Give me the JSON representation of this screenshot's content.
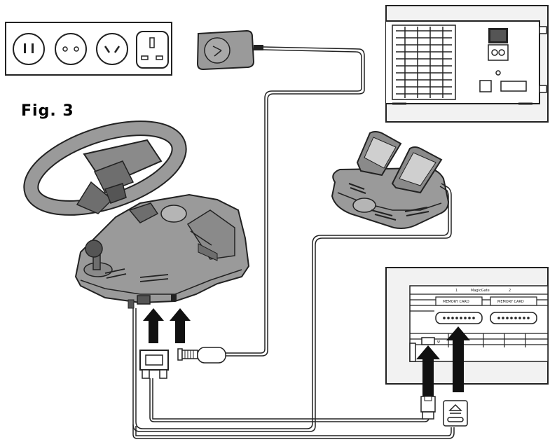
{
  "figure": {
    "label": "Fig. 3"
  },
  "console_labels": {
    "slot1": "1",
    "brand": "MagicGate",
    "slot2": "2",
    "memory_card_1": "MEMORY CARD",
    "memory_card_2": "MEMORY CARD",
    "usb_mark": "Ψ"
  },
  "colors": {
    "line": "#222222",
    "panel_fill": "#f2f2f2",
    "device_fill": "#9a9a9a",
    "device_dark": "#6e6e6e",
    "arrow": "#111111"
  },
  "icons": {
    "outlets": [
      "us-outlet-icon",
      "eu-outlet-icon",
      "au-outlet-icon",
      "uk-outlet-icon"
    ]
  }
}
